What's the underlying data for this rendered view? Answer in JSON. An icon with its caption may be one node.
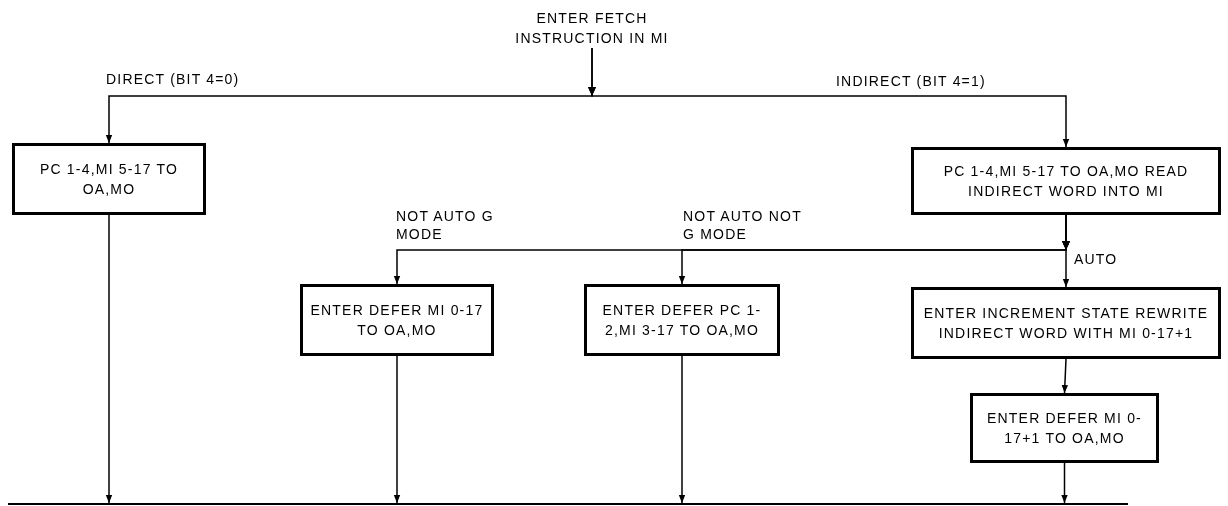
{
  "diagram": {
    "nodes": [
      {
        "text": [
          "ENTER FETCH INSTRUCTION IN MI"
        ]
      },
      {
        "text": [
          "PC 1-4,MI 5-17 TO OA,MO"
        ]
      },
      {
        "text": [
          "PC 1-4,MI 5-17 TO OA,MO READ INDIRECT WORD INTO MI"
        ]
      },
      {
        "text": [
          "ENTER DEFER MI 0-17 TO OA,MO"
        ]
      },
      {
        "text": [
          "ENTER DEFER PC 1-2,MI 3-17 TO OA,MO"
        ]
      },
      {
        "text": [
          "ENTER INCREMENT STATE REWRITE INDIRECT WORD WITH MI 0-17+1"
        ]
      },
      {
        "text": [
          "ENTER DEFER MI 0-17+1 TO OA,MO"
        ]
      },
      {
        "text": [],
        "shape": "bar"
      }
    ],
    "edges": [
      {
        "from": 0,
        "to": 1,
        "arrow": "to",
        "label": "DIRECT (BIT 4=0)"
      },
      {
        "from": 0,
        "to": 2,
        "arrow": "to",
        "label": "INDIRECT (BIT 4=1)"
      },
      {
        "from": 2,
        "to": 3,
        "arrow": "to",
        "label": "NOT AUTO G MODE"
      },
      {
        "from": 2,
        "to": 4,
        "arrow": "to",
        "label": "NOT AUTO NOT G MODE"
      },
      {
        "from": 2,
        "to": 5,
        "arrow": "to",
        "label": "AUTO"
      },
      {
        "from": 5,
        "to": 6,
        "arrow": "to"
      },
      {
        "from": 1,
        "to": 7,
        "arrow": "to"
      },
      {
        "from": 3,
        "to": 7,
        "arrow": "to"
      },
      {
        "from": 4,
        "to": 7,
        "arrow": "to"
      },
      {
        "from": 6,
        "to": 7,
        "arrow": "to"
      }
    ]
  }
}
